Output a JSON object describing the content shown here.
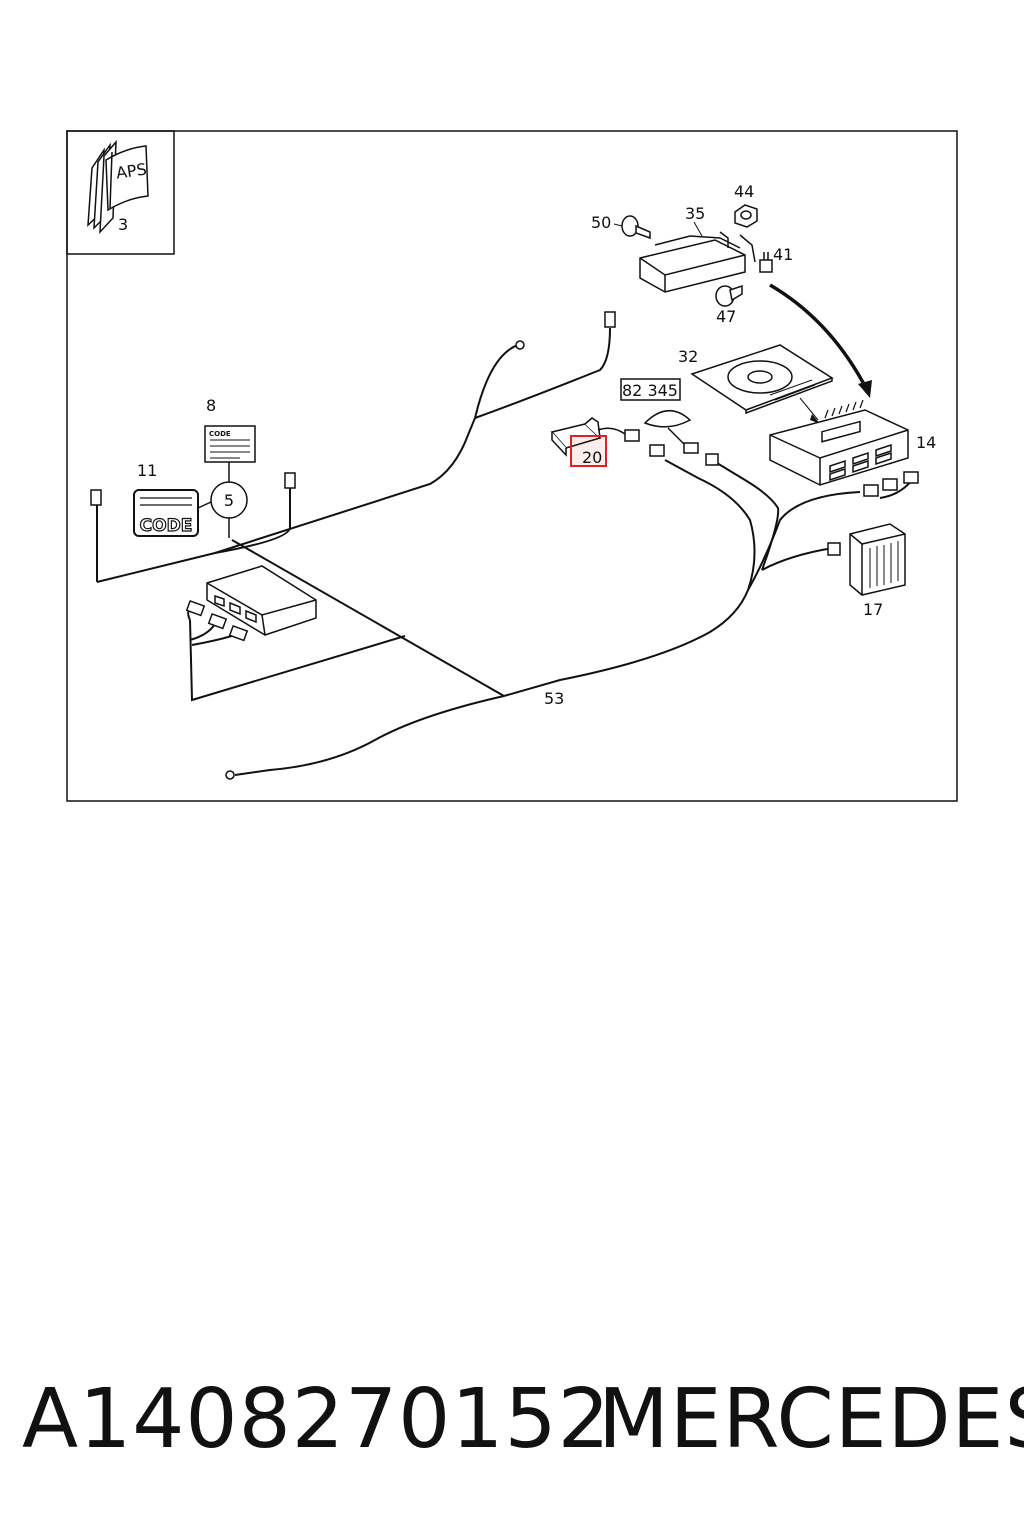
{
  "diagram": {
    "book_text": "APS",
    "code_card_text": "CODE",
    "code_badge_text": "CODE",
    "callouts": {
      "p3": "3",
      "p5": "5",
      "p8": "8",
      "p11": "11",
      "p14": "14",
      "p17": "17",
      "p20": "20",
      "p32": "32",
      "p35": "35",
      "p41": "41",
      "p44": "44",
      "p47": "47",
      "p50": "50",
      "p53": "53",
      "ref_boxed": "82 345"
    },
    "highlight_color": "#e02020"
  },
  "footer": {
    "part_number": "A1408270152",
    "brand": "MERCEDES"
  }
}
